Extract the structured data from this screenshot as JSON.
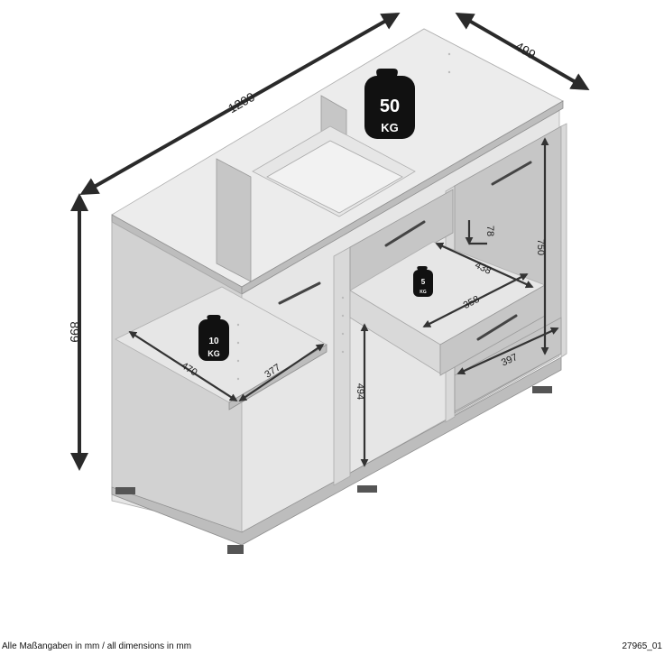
{
  "dimensions": {
    "width": "1200",
    "depth": "499",
    "height": "899",
    "door_height": "750",
    "drawer_height": "78",
    "drawer_inner_width": "438",
    "drawer_inner_depth": "358",
    "right_door_width": "397",
    "shelf_width": "470",
    "shelf_depth": "377",
    "compartment_height": "494"
  },
  "loads": {
    "top": {
      "value": "50",
      "unit": "KG"
    },
    "shelf": {
      "value": "10",
      "unit": "KG"
    },
    "drawer": {
      "value": "5",
      "unit": "KG"
    }
  },
  "caption": {
    "note": "Alle Maßangaben in mm / all dimensions in mm",
    "code": "27965_01"
  },
  "colors": {
    "panel": "#d9d9d9",
    "arrow": "#2a2a2a",
    "weight_icon": "#111111"
  }
}
